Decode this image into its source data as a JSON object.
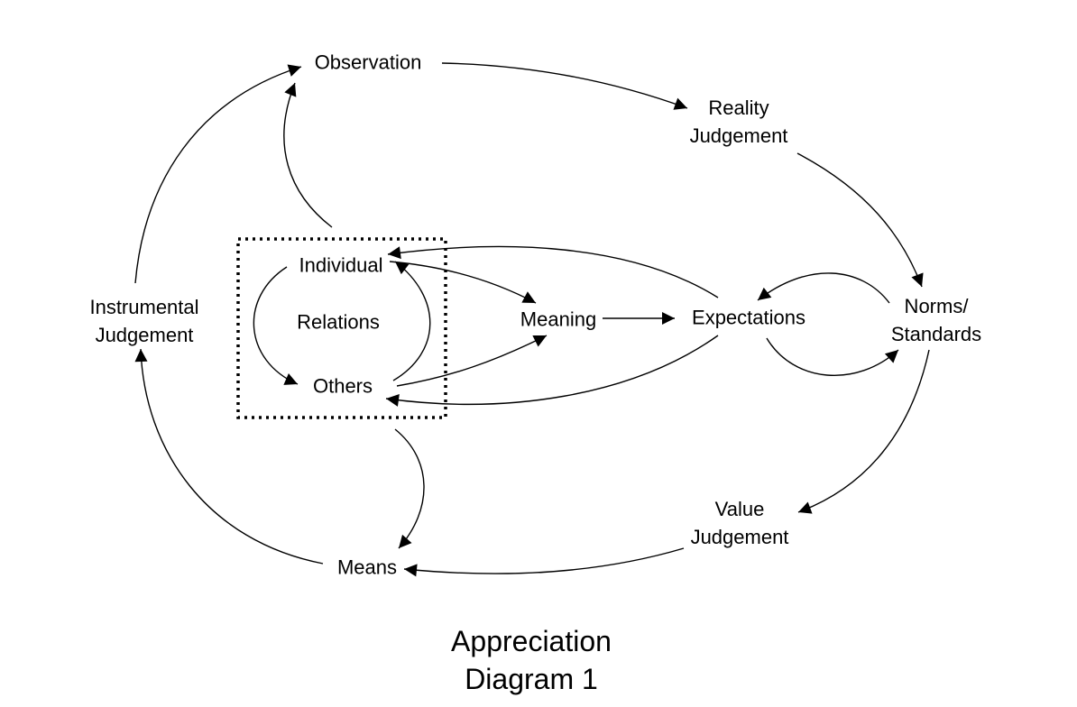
{
  "nodes": {
    "observation": "Observation",
    "reality_judgement": [
      "Reality",
      "Judgement"
    ],
    "norms_standards": [
      "Norms/",
      "Standards"
    ],
    "value_judgement": [
      "Value",
      "Judgement"
    ],
    "means": "Means",
    "instrumental_judgement": [
      "Instrumental",
      "Judgement"
    ],
    "individual": "Individual",
    "relations": "Relations",
    "others": "Others",
    "meaning": "Meaning",
    "expectations": "Expectations"
  },
  "title": [
    "Appreciation",
    "Diagram 1"
  ],
  "edges": [
    {
      "from": "Observation",
      "to": "Reality Judgement"
    },
    {
      "from": "Reality Judgement",
      "to": "Norms/Standards"
    },
    {
      "from": "Norms/Standards",
      "to": "Value Judgement"
    },
    {
      "from": "Value Judgement",
      "to": "Means"
    },
    {
      "from": "Means",
      "to": "Instrumental Judgement"
    },
    {
      "from": "Instrumental Judgement",
      "to": "Observation"
    },
    {
      "from": "Relations",
      "to": "Observation"
    },
    {
      "from": "Others",
      "to": "Means"
    },
    {
      "from": "Individual",
      "to": "Meaning"
    },
    {
      "from": "Others",
      "to": "Meaning"
    },
    {
      "from": "Meaning",
      "to": "Expectations"
    },
    {
      "from": "Expectations",
      "to": "Individual"
    },
    {
      "from": "Expectations",
      "to": "Others"
    },
    {
      "from": "Norms/Standards",
      "to": "Expectations"
    },
    {
      "from": "Expectations",
      "to": "Norms/Standards"
    },
    {
      "from": "Individual",
      "to": "Others"
    },
    {
      "from": "Others",
      "to": "Individual"
    }
  ]
}
